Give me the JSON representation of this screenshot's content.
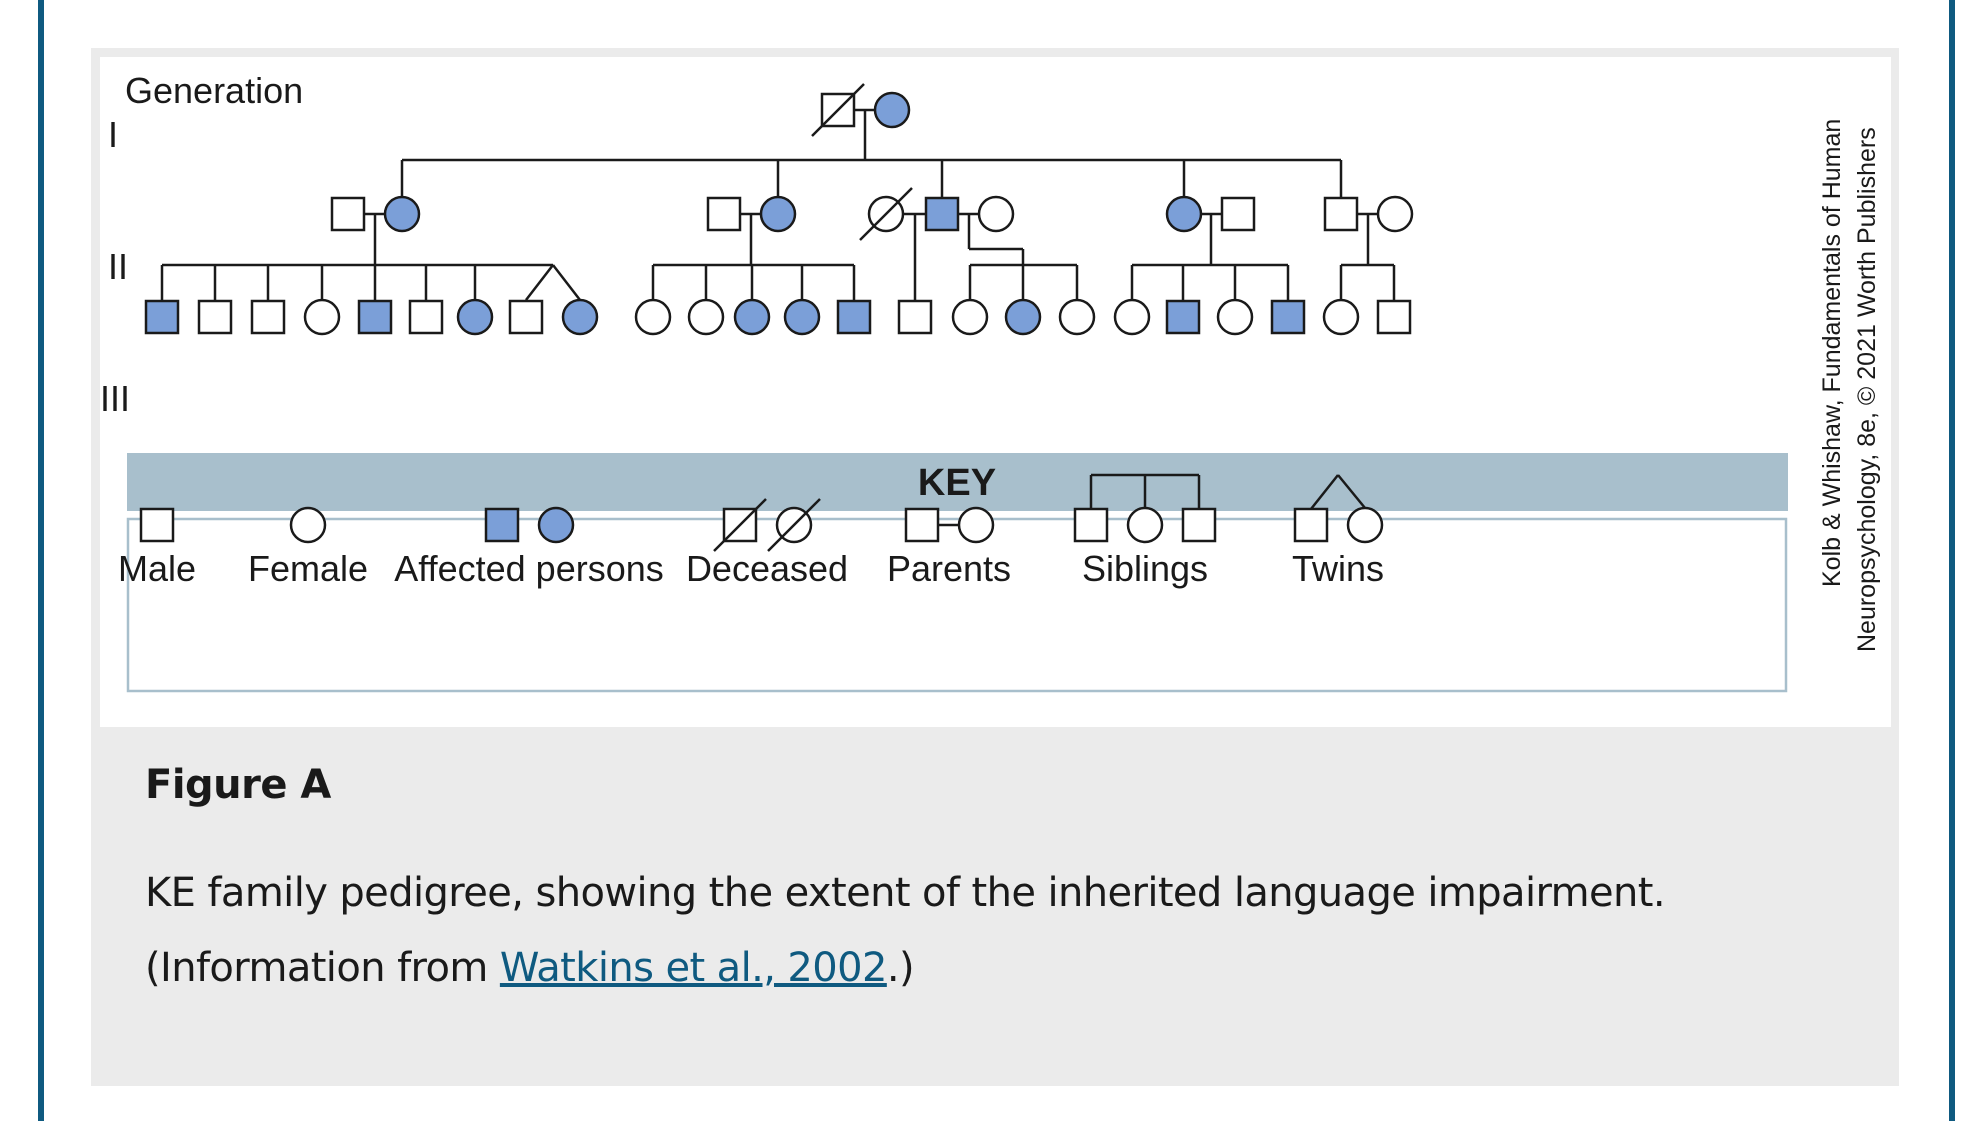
{
  "figure": {
    "generation_label": "Generation",
    "generation_numerals": [
      "I",
      "II",
      "III"
    ],
    "key_title": "KEY",
    "key_labels": {
      "male": "Male",
      "female": "Female",
      "affected": "Affected persons",
      "deceased": "Deceased",
      "parents": "Parents",
      "siblings": "Siblings",
      "twins": "Twins"
    },
    "credit_line1": "Kolb & Whishaw, Fundamentals of Human",
    "credit_line2": "Neuropsychology, 8e, © 2021 Worth Publishers"
  },
  "caption": {
    "title": "Figure A",
    "text_line1": "KE family pedigree, showing the extent of the inherited language impairment.",
    "text_line2_prefix": "(Information from ",
    "link_text": "Watkins et al., 2002",
    "text_line2_suffix": ".)"
  },
  "colors": {
    "affected_fill": "#7b9fd8",
    "key_bar": "#a8bfcc",
    "key_border": "#a8bfcc",
    "accent_rule": "#0f5a80",
    "link": "#0f5a80"
  },
  "pedigree": {
    "generation_I": [
      {
        "sex": "male",
        "affected": false,
        "deceased": true
      },
      {
        "sex": "female",
        "affected": true,
        "deceased": false
      }
    ],
    "generation_II": [
      {
        "sex": "male",
        "affected": false
      },
      {
        "sex": "female",
        "affected": true
      },
      {
        "sex": "male",
        "affected": false
      },
      {
        "sex": "female",
        "affected": true
      },
      {
        "sex": "female",
        "affected": false,
        "deceased": true
      },
      {
        "sex": "male",
        "affected": true
      },
      {
        "sex": "female",
        "affected": false
      },
      {
        "sex": "female",
        "affected": true
      },
      {
        "sex": "male",
        "affected": false
      },
      {
        "sex": "male",
        "affected": false
      },
      {
        "sex": "female",
        "affected": false
      }
    ],
    "generation_III": [
      {
        "sex": "male",
        "affected": true
      },
      {
        "sex": "male",
        "affected": false
      },
      {
        "sex": "male",
        "affected": false
      },
      {
        "sex": "female",
        "affected": false
      },
      {
        "sex": "male",
        "affected": true
      },
      {
        "sex": "male",
        "affected": false
      },
      {
        "sex": "female",
        "affected": true
      },
      {
        "sex": "male",
        "affected": false
      },
      {
        "sex": "female",
        "affected": true
      },
      {
        "sex": "female",
        "affected": false
      },
      {
        "sex": "female",
        "affected": false
      },
      {
        "sex": "female",
        "affected": true
      },
      {
        "sex": "female",
        "affected": true
      },
      {
        "sex": "male",
        "affected": true
      },
      {
        "sex": "male",
        "affected": false
      },
      {
        "sex": "female",
        "affected": false
      },
      {
        "sex": "female",
        "affected": true
      },
      {
        "sex": "female",
        "affected": false
      },
      {
        "sex": "female",
        "affected": false
      },
      {
        "sex": "male",
        "affected": true
      },
      {
        "sex": "female",
        "affected": false
      },
      {
        "sex": "male",
        "affected": true
      },
      {
        "sex": "female",
        "affected": false
      },
      {
        "sex": "male",
        "affected": false
      }
    ]
  }
}
